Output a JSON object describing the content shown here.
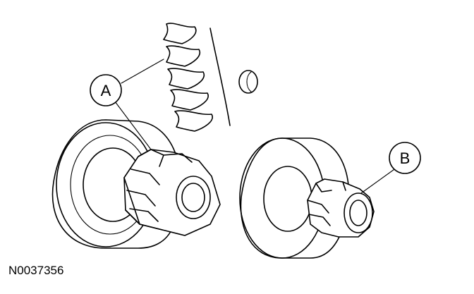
{
  "figure": {
    "id": "N0037356",
    "callouts": [
      {
        "key": "A",
        "label": "A"
      },
      {
        "key": "B",
        "label": "B"
      }
    ]
  },
  "colors": {
    "ink": "#000000",
    "paper": "#ffffff"
  }
}
